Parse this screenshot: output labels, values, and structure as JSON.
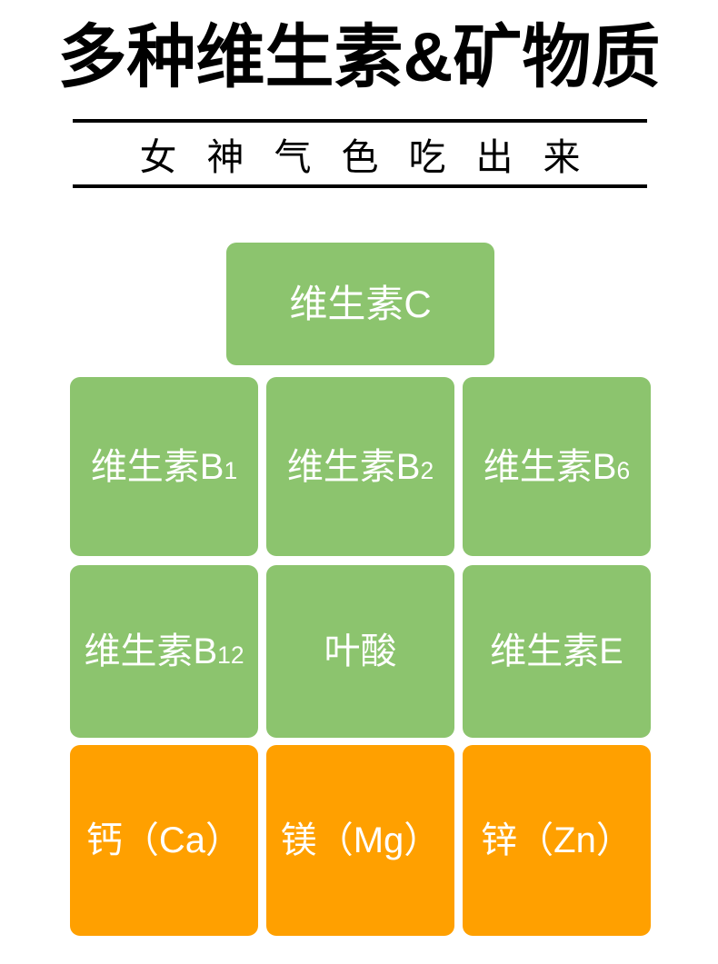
{
  "header": {
    "title": "多种维生素&矿物质",
    "subtitle": "女神气色吃出来"
  },
  "colors": {
    "vitamin_green": "#8cc46e",
    "mineral_orange": "#ffa000",
    "text_on_tile": "#ffffff",
    "title_black": "#000000",
    "background": "#ffffff"
  },
  "pyramid": {
    "rows": [
      {
        "type": "apex",
        "category": "vitamin",
        "tiles": [
          {
            "base": "维生素C",
            "sub": ""
          }
        ]
      },
      {
        "type": "row",
        "category": "vitamin",
        "tiles": [
          {
            "base": "维生素B",
            "sub": "1"
          },
          {
            "base": "维生素B",
            "sub": "2"
          },
          {
            "base": "维生素B",
            "sub": "6"
          }
        ]
      },
      {
        "type": "row",
        "category": "vitamin",
        "tiles": [
          {
            "base": "维生素B",
            "sub": "12"
          },
          {
            "base": "叶酸",
            "sub": ""
          },
          {
            "base": "维生素E",
            "sub": ""
          }
        ]
      },
      {
        "type": "row",
        "category": "mineral",
        "tiles": [
          {
            "base": "钙（Ca）",
            "sub": ""
          },
          {
            "base": "镁（Mg）",
            "sub": ""
          },
          {
            "base": "锌（Zn）",
            "sub": ""
          }
        ]
      }
    ]
  }
}
